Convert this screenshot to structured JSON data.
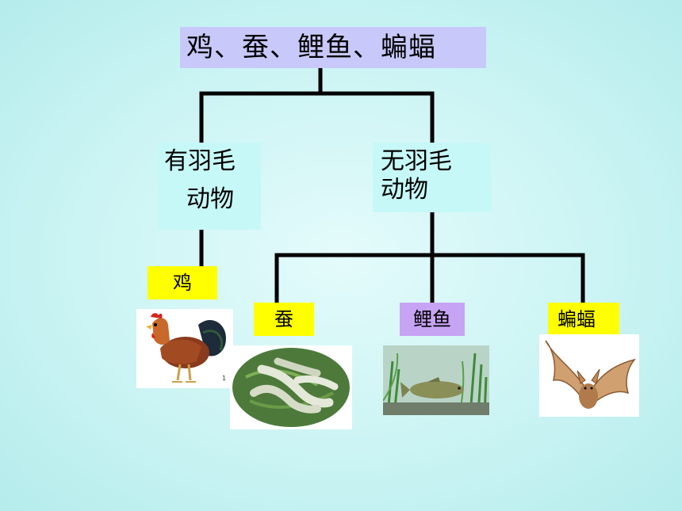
{
  "root": {
    "label": "鸡、蚕、鲤鱼、蝙蝠"
  },
  "categories": [
    {
      "line1": "有羽毛",
      "line2": "动物"
    },
    {
      "line1": "无羽毛",
      "line2": "动物"
    }
  ],
  "leaves": {
    "chicken": "鸡",
    "silkworm": "蚕",
    "carp": "鲤鱼",
    "bat": "蝙蝠"
  },
  "photos": {
    "chicken_caption": "1"
  },
  "colors": {
    "background": "#c9f3f3",
    "root_box": "#c8c8fa",
    "category_box": "#c7f8f8",
    "leaf_yellow": "#ffff00",
    "leaf_purple": "#c7a3f4",
    "connector": "#000000"
  }
}
